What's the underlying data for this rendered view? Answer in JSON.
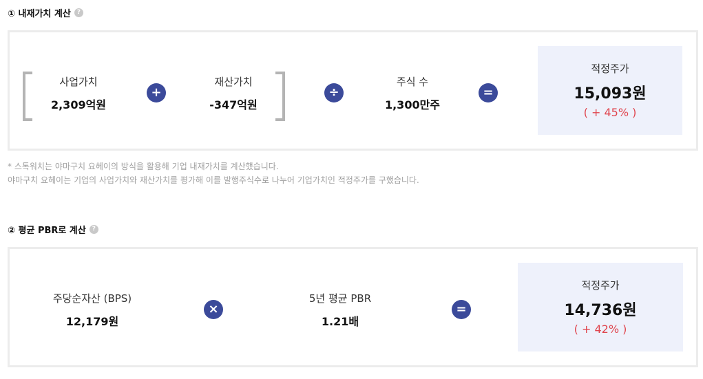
{
  "section1": {
    "title": "① 내재가치 계산",
    "help": "?",
    "business_value_label": "사업가치",
    "business_value": "2,309억원",
    "plus": "+",
    "asset_value_label": "재산가치",
    "asset_value": "-347억원",
    "divide": "÷",
    "shares_label": "주식 수",
    "shares_value": "1,300만주",
    "equals": "=",
    "result_label": "적정주가",
    "result_value": "15,093원",
    "result_change": "( + 45% )"
  },
  "note": {
    "line1": "* 스톡워치는 야마구치 요헤이의 방식을 활용해 기업 내재가치를 계산했습니다.",
    "line2": "야마구치 요헤이는 기업의 사업가치와 재산가치를 평가해 이를 발행주식수로 나누어 기업가치인 적정주가를 구했습니다."
  },
  "section2": {
    "title": "② 평균 PBR로 계산",
    "help": "?",
    "bps_label": "주당순자산 (BPS)",
    "bps_value": "12,179원",
    "times": "×",
    "pbr_label": "5년 평균 PBR",
    "pbr_value": "1.21배",
    "equals": "=",
    "result_label": "적정주가",
    "result_value": "14,736원",
    "result_change": "( + 42% )"
  },
  "colors": {
    "operator_bg": "#3b4a9a",
    "result_bg": "#eef1fb",
    "positive_change": "#e0454e",
    "bracket": "#b4b4b4"
  }
}
